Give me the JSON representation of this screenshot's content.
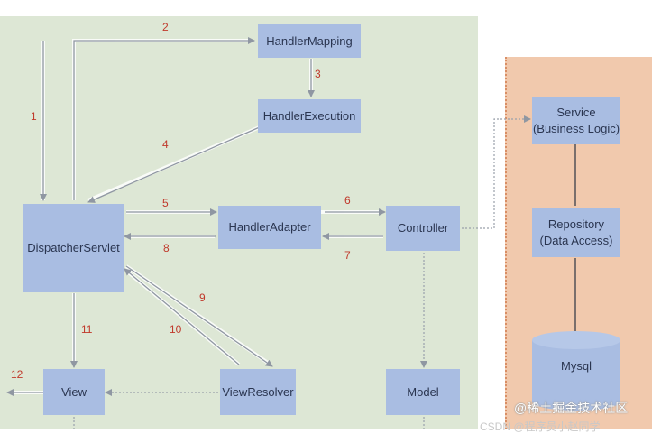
{
  "nodes": {
    "dispatcher": "DispatcherServlet",
    "handler_mapping": "HandlerMapping",
    "handler_execution": "HandlerExecution",
    "handler_adapter": "HandlerAdapter",
    "controller": "Controller",
    "view_resolver": "ViewResolver",
    "view": "View",
    "model": "Model",
    "service": "Service\n(Business Logic)",
    "repository": "Repository\n(Data Access)",
    "mysql": "Mysql"
  },
  "steps": [
    "1",
    "2",
    "3",
    "4",
    "5",
    "6",
    "7",
    "8",
    "9",
    "10",
    "11",
    "12"
  ],
  "colors": {
    "left_panel": "#dde7d5",
    "right_panel": "#f1c9ad",
    "box": "#a9bde2",
    "step_number": "#c0392b"
  },
  "watermark": "@稀土掘金技术社区",
  "watermark_secondary": "CSDN @程序员小赵同学"
}
